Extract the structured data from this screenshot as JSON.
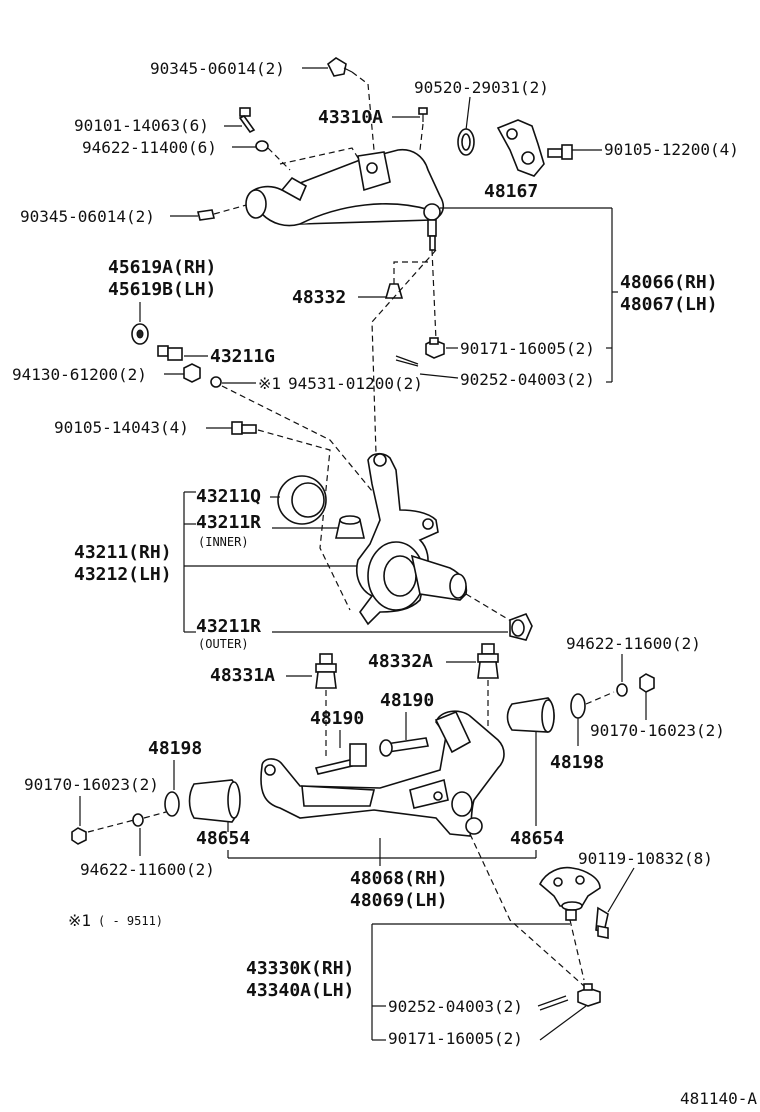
{
  "labels": {
    "bolt_top_1": "90345-06014(2)",
    "washer_90520": "90520-29031(2)",
    "part_43310a": "43310A",
    "bolt_90101": "90101-14063(6)",
    "washer_94622_11400": "94622-11400(6)",
    "bolt_90105_12200": "90105-12200(4)",
    "bolt_top_2": "90345-06014(2)",
    "part_48167": "48167",
    "part_45619a": "45619A(RH)",
    "part_45619b": "45619B(LH)",
    "part_48332": "48332",
    "part_48066": "48066(RH)",
    "part_48067": "48067(LH)",
    "part_43211g": "43211G",
    "nut_90171_top": "90171-16005(2)",
    "nut_94130": "94130-61200(2)",
    "note_ref": "※1",
    "washer_94531": "94531-01200(2)",
    "pin_90252_top": "90252-04003(2)",
    "bolt_90105_14043": "90105-14043(4)",
    "part_43211q": "43211Q",
    "part_43211r_inner": "43211R",
    "inner_note": "(INNER)",
    "part_43211": "43211(RH)",
    "part_43212": "43212(LH)",
    "part_43211r_outer": "43211R",
    "outer_note": "(OUTER)",
    "washer_94622_11600_right": "94622-11600(2)",
    "part_48331a": "48331A",
    "part_48332a": "48332A",
    "part_48190_a": "48190",
    "part_48190_b": "48190",
    "nut_90170_right": "90170-16023(2)",
    "part_48198_left": "48198",
    "part_48198_right": "48198",
    "nut_90170_left": "90170-16023(2)",
    "part_48654_left": "48654",
    "part_48654_right": "48654",
    "washer_94622_11600_left": "94622-11600(2)",
    "bolt_90119": "90119-10832(8)",
    "part_48068": "48068(RH)",
    "part_48069": "48069(LH)",
    "footnote_mark": "※1",
    "footnote_range": "(   - 9511)",
    "part_43330k": "43330K(RH)",
    "part_43340a": "43340A(LH)",
    "pin_90252_bottom": "90252-04003(2)",
    "nut_90171_bottom": "90171-16005(2)",
    "figure_id": "481140-A"
  }
}
